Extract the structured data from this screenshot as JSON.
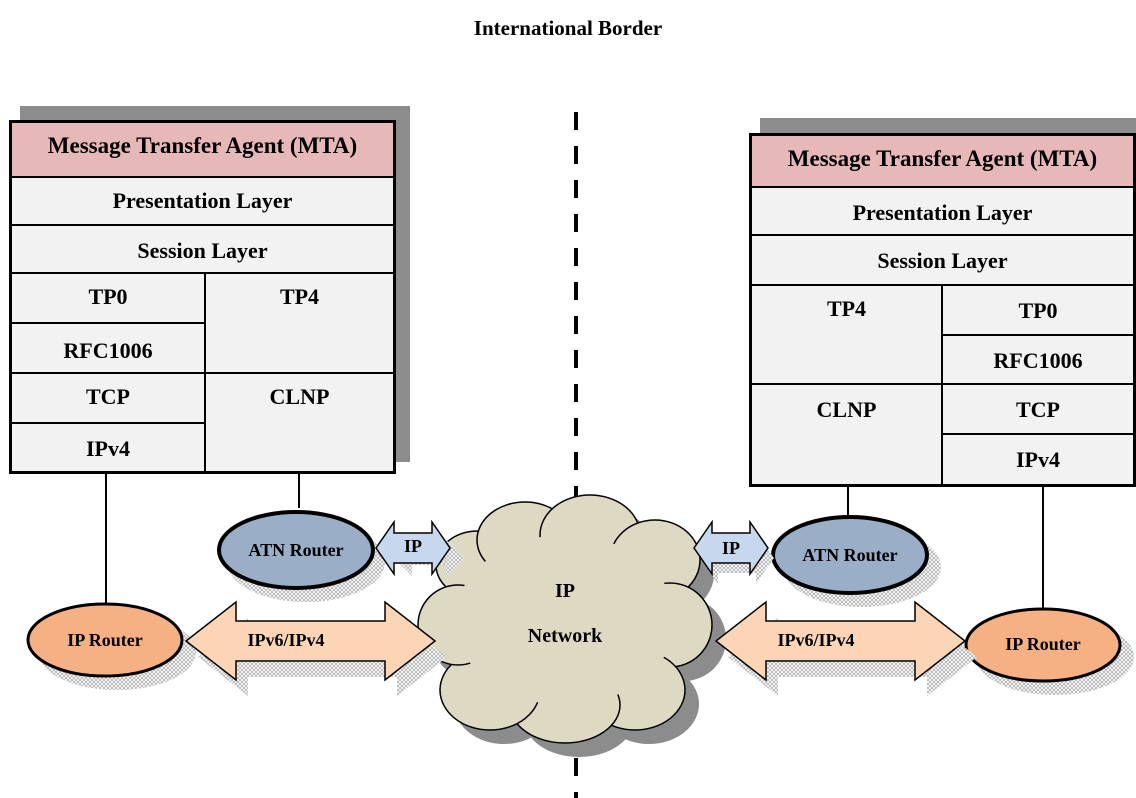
{
  "title": "International Border",
  "left_stack": {
    "mta": "Message Transfer Agent (MTA)",
    "presentation": "Presentation Layer",
    "session": "Session Layer",
    "tp0": "TP0",
    "rfc1006": "RFC1006",
    "tcp": "TCP",
    "ipv4": "IPv4",
    "tp4": "TP4",
    "clnp": "CLNP"
  },
  "right_stack": {
    "mta": "Message Transfer Agent (MTA)",
    "presentation": "Presentation Layer",
    "session": "Session Layer",
    "tp4": "TP4",
    "clnp": "CLNP",
    "tp0": "TP0",
    "rfc1006": "RFC1006",
    "tcp": "TCP",
    "ipv4": "IPv4"
  },
  "left_atn_router": "ATN Router",
  "right_atn_router": "ATN Router",
  "left_ip_router": "IP Router",
  "right_ip_router": "IP Router",
  "left_ip_arrow": "IP",
  "right_ip_arrow": "IP",
  "left_ipv6_arrow": "IPv6/IPv4",
  "right_ipv6_arrow": "IPv6/IPv4",
  "cloud": {
    "line1": "IP",
    "line2": "Network"
  },
  "colors": {
    "mta_fill": "#e6b8b7",
    "layer_fill": "#f2f2f2",
    "atn_router_fill": "#9aaec8",
    "ip_router_fill": "#f5b183",
    "ip_arrow_fill": "#c6d7ee",
    "ipv6_arrow_fill": "#fbd5b5",
    "cloud_fill": "#ddd9c3"
  }
}
